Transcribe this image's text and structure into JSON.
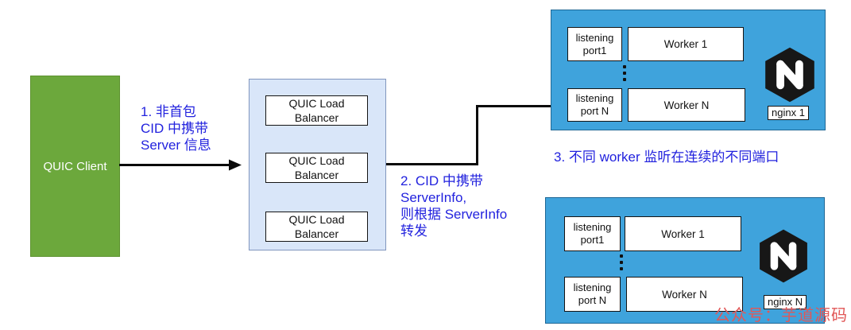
{
  "client": {
    "label": "QUIC Client"
  },
  "lb_cluster": {
    "nodes": [
      "QUIC Load\nBalancer",
      "QUIC Load\nBalancer",
      "QUIC Load\nBalancer"
    ]
  },
  "annotations": {
    "step1": "1. 非首包\nCID 中携带\nServer 信息",
    "step2": "2. CID 中携带\nServerInfo,\n则根据 ServerInfo\n转发",
    "step3": "3. 不同 worker 监听在连续的不同端口"
  },
  "nginx_servers": [
    {
      "name": "nginx 1",
      "ports": [
        "listening\nport1",
        "listening\nport N"
      ],
      "workers": [
        "Worker 1",
        "Worker N"
      ]
    },
    {
      "name": "nginx N",
      "ports": [
        "listening\nport1",
        "listening\nport N"
      ],
      "workers": [
        "Worker 1",
        "Worker N"
      ]
    }
  ],
  "watermark": {
    "text": "公众号：芋道源码"
  },
  "icons": {
    "nginx_logo": "nginx-hexagon-n-logo",
    "between_rows": "vertical-ellipsis-dots"
  },
  "colors": {
    "client_green": "#6CA83C",
    "lb_panel_fill": "#D9E6F9",
    "nginx_blue": "#3FA3DC",
    "annotation_blue": "#2222DE",
    "watermark_red": "#E15757",
    "arrow_black": "#0A0A0A"
  }
}
